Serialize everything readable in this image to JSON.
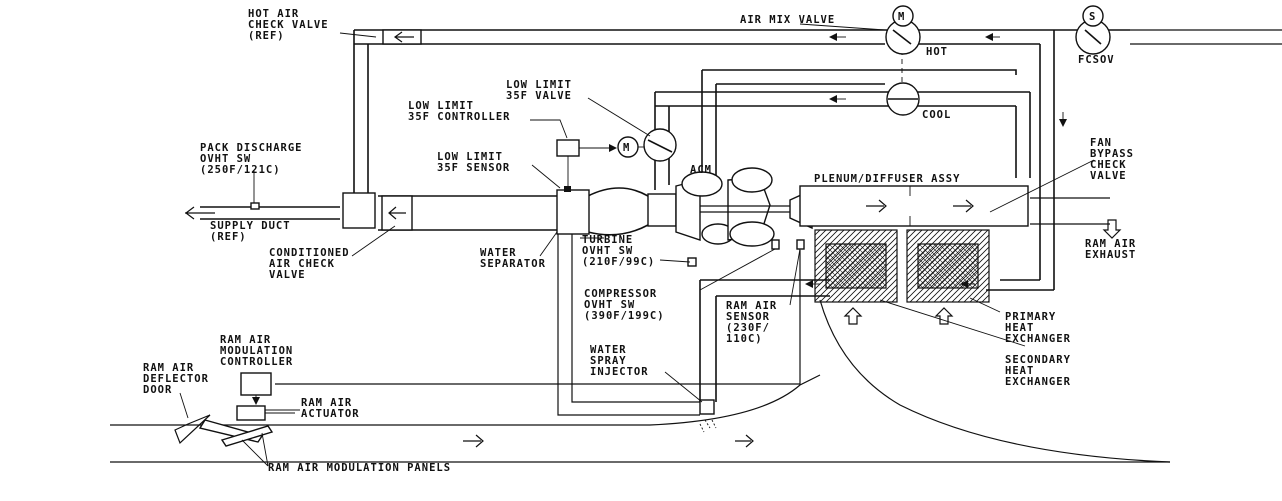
{
  "labels": {
    "hot_air_check_valve_1": "HOT AIR",
    "hot_air_check_valve_2": "CHECK VALVE",
    "hot_air_check_valve_3": "(REF)",
    "air_mix_valve": "AIR MIX VALVE",
    "motor_symbol": "M",
    "solenoid_symbol": "S",
    "hot": "HOT",
    "cool": "COOL",
    "fcsov": "FCSOV",
    "low_limit_valve_1": "LOW LIMIT",
    "low_limit_valve_2": "35F VALVE",
    "low_limit_controller_1": "LOW LIMIT",
    "low_limit_controller_2": "35F CONTROLLER",
    "low_limit_sensor_1": "LOW LIMIT",
    "low_limit_sensor_2": "35F SENSOR",
    "pack_discharge_1": "PACK DISCHARGE",
    "pack_discharge_2": "OVHT SW",
    "pack_discharge_3": "(250F/121C)",
    "supply_duct_1": "SUPPLY DUCT",
    "supply_duct_2": "(REF)",
    "conditioned_1": "CONDITIONED",
    "conditioned_2": "AIR CHECK",
    "conditioned_3": "VALVE",
    "water_separator_1": "WATER",
    "water_separator_2": "SEPARATOR",
    "turbine_1": "TURBINE",
    "turbine_2": "OVHT SW",
    "turbine_3": "(210F/99C)",
    "acm": "ACM",
    "plenum": "PLENUM/DIFFUSER ASSY",
    "fan_bypass_1": "FAN",
    "fan_bypass_2": "BYPASS",
    "fan_bypass_3": "CHECK",
    "fan_bypass_4": "VALVE",
    "ram_air_exhaust_1": "RAM AIR",
    "ram_air_exhaust_2": "EXHAUST",
    "compressor_1": "COMPRESSOR",
    "compressor_2": "OVHT SW",
    "compressor_3": "(390F/199C)",
    "ram_air_sensor_1": "RAM AIR",
    "ram_air_sensor_2": "SENSOR",
    "ram_air_sensor_3": "(230F/",
    "ram_air_sensor_4": "110C)",
    "primary_hx_1": "PRIMARY",
    "primary_hx_2": "HEAT",
    "primary_hx_3": "EXCHANGER",
    "secondary_hx_1": "SECONDARY",
    "secondary_hx_2": "HEAT",
    "secondary_hx_3": "EXCHANGER",
    "ram_mod_ctrl_1": "RAM AIR",
    "ram_mod_ctrl_2": "MODULATION",
    "ram_mod_ctrl_3": "CONTROLLER",
    "water_spray_1": "WATER",
    "water_spray_2": "SPRAY",
    "water_spray_3": "INJECTOR",
    "ram_deflector_1": "RAM AIR",
    "ram_deflector_2": "DEFLECTOR",
    "ram_deflector_3": "DOOR",
    "ram_actuator_1": "RAM AIR",
    "ram_actuator_2": "ACTUATOR",
    "ram_panels": "RAM AIR MODULATION PANELS"
  }
}
